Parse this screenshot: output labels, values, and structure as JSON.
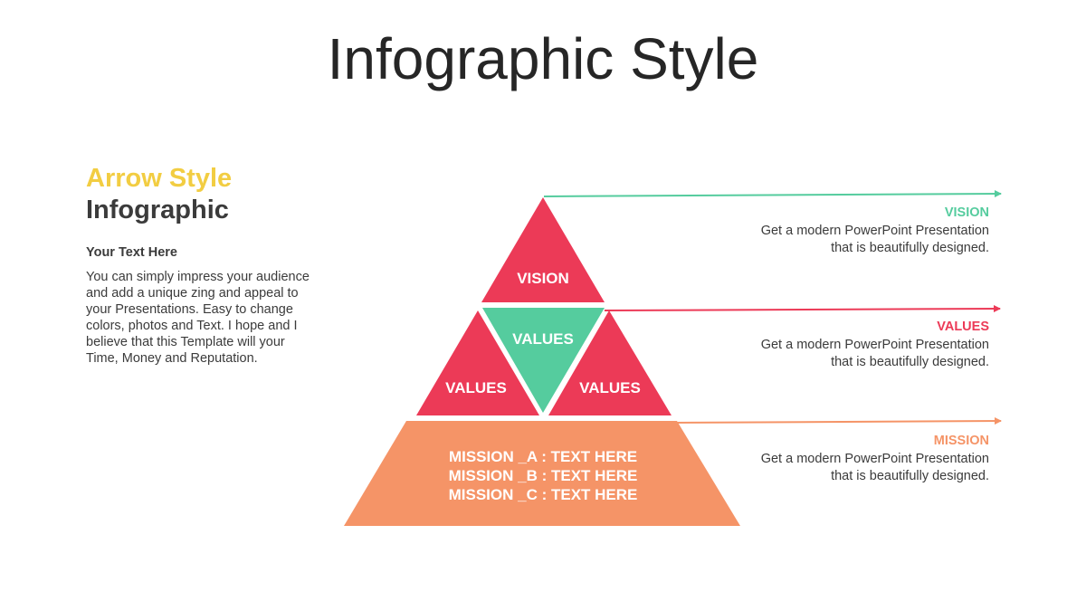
{
  "title": "Infographic Style",
  "left": {
    "heading_line1": "Arrow Style",
    "heading_line2": "Infographic",
    "subheading": "Your Text  Here",
    "paragraph": "You can simply impress your audience and add a unique zing and appeal to your Presentations. Easy to change colors, photos and Text. I hope and I believe that this Template will your Time, Money and Reputation."
  },
  "pyramid": {
    "top_label": "VISION",
    "center_label": "VALUES",
    "left_label": "VALUES",
    "right_label": "VALUES",
    "base_lines": [
      "MISSION _A : TEXT HERE",
      "MISSION _B : TEXT HERE",
      "MISSION _C : TEXT HERE"
    ]
  },
  "side_items": [
    {
      "title": "VISION",
      "desc": "Get a modern PowerPoint Presentation that is beautifully designed."
    },
    {
      "title": "VALUES",
      "desc": "Get a modern PowerPoint Presentation that is beautifully designed."
    },
    {
      "title": "MISSION",
      "desc": "Get a modern PowerPoint Presentation that is beautifully designed."
    }
  ],
  "colors": {
    "yellow": "#F2CD42",
    "red": "#EC3A57",
    "green": "#55CC9E",
    "orange": "#F59467",
    "dark": "#3B3B3B"
  }
}
